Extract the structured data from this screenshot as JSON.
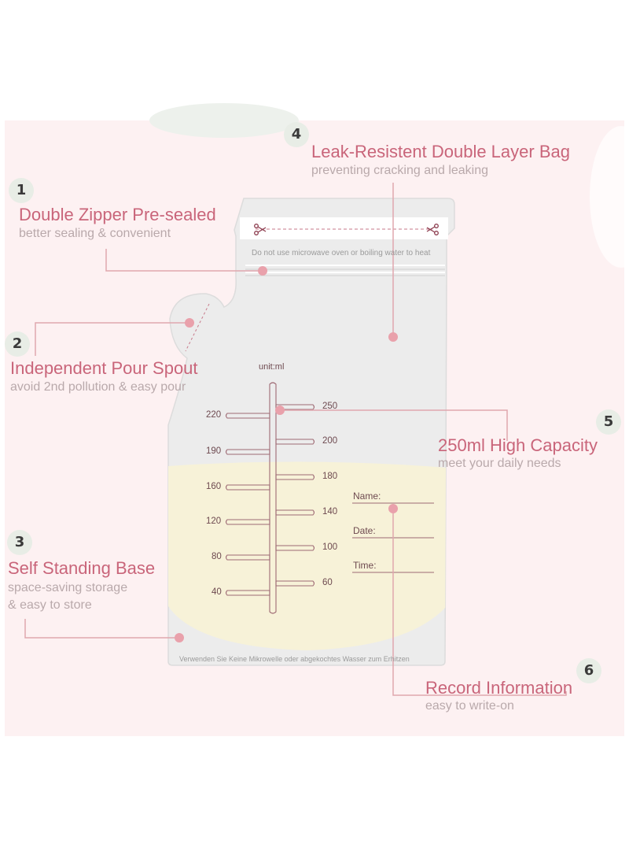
{
  "features": [
    {
      "number": "1",
      "title": "Double Zipper Pre-sealed",
      "subtitle": "better sealing & convenient"
    },
    {
      "number": "2",
      "title": "Independent Pour Spout",
      "subtitle": "avoid 2nd pollution & easy pour"
    },
    {
      "number": "3",
      "title": "Self Standing Base",
      "subtitle_line1": "space-saving storage",
      "subtitle_line2": "& easy to store"
    },
    {
      "number": "4",
      "title": "Leak-Resistent Double Layer Bag",
      "subtitle": "preventing cracking and leaking"
    },
    {
      "number": "5",
      "title": "250ml High Capacity",
      "subtitle": "meet your daily needs"
    },
    {
      "number": "6",
      "title": "Record Information",
      "subtitle": "easy to write-on"
    }
  ],
  "bag": {
    "top_warning": "Do not use microwave oven or boiling water to heat",
    "bottom_warning": "Verwenden Sie Keine Mikrowelle oder abgekochtes Wasser zum Erhitzen",
    "unit": "unit:ml",
    "scale_left": [
      "220",
      "190",
      "160",
      "120",
      "80",
      "40"
    ],
    "scale_right": [
      "250",
      "200",
      "180",
      "140",
      "100",
      "60"
    ],
    "fields": [
      "Name:",
      "Date:",
      "Time:"
    ]
  },
  "colors": {
    "accent": "#c9657a",
    "muted": "#b9a9ab",
    "connector": "#e0a7ae",
    "milk": "#f7f2d8",
    "background": "#fdf1f2"
  }
}
